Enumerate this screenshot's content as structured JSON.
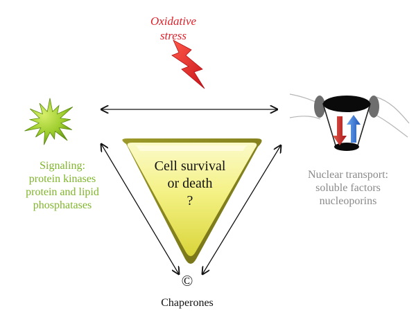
{
  "stressor": {
    "label": "Oxidative\nstress",
    "icon": "lightning-bolt-icon",
    "color": "#e0202a"
  },
  "nodes": {
    "signaling": {
      "label": "Signaling:\nprotein kinases\nprotein and lipid\nphosphatases",
      "icon": "starburst-icon",
      "color": "#7fb52a"
    },
    "nuclear_transport": {
      "label": "Nuclear transport:\nsoluble factors\nnucleoporins",
      "icon": "nuclear-pore-icon",
      "color": "#8a8a8a"
    },
    "chaperones": {
      "symbol": "©",
      "label": "Chaperones",
      "color": "#111111"
    }
  },
  "center": {
    "label": "Cell survival\nor death\n?",
    "shape": "inverted-triangle",
    "color": "#f2f07a"
  },
  "connections": [
    {
      "from": "signaling",
      "to": "nuclear_transport",
      "direction": "both"
    },
    {
      "from": "signaling",
      "to": "chaperones",
      "direction": "both"
    },
    {
      "from": "nuclear_transport",
      "to": "chaperones",
      "direction": "both"
    }
  ],
  "transport_arrows": [
    {
      "direction": "down",
      "color": "#cc2a2a"
    },
    {
      "direction": "up",
      "color": "#2a6fd6"
    }
  ]
}
